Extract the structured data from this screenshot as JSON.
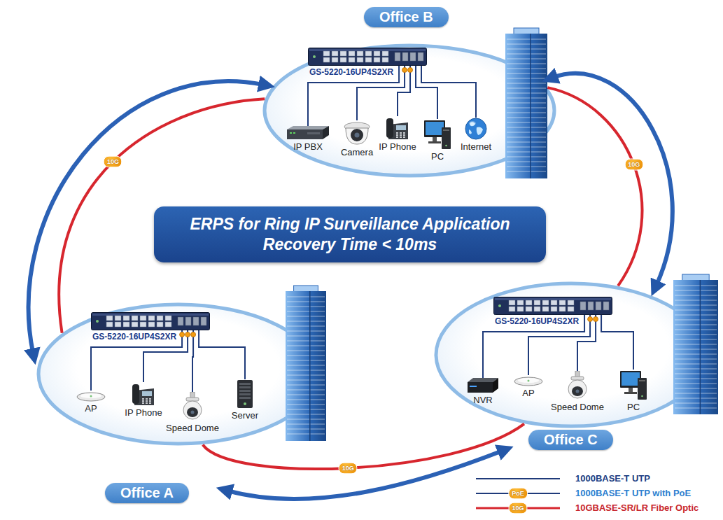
{
  "diagram": {
    "title": "ERPS for Ring IP Surveillance Application Recovery Time < 10ms",
    "nodes": [
      {
        "text": [
          "Office B"
        ]
      },
      {
        "text": [
          "GS-5220-16UP4S2XR"
        ],
        "in": 0
      },
      {
        "text": [
          "IP PBX"
        ],
        "in": 0
      },
      {
        "text": [
          "Camera"
        ],
        "in": 0
      },
      {
        "text": [
          "IP Phone"
        ],
        "in": 0
      },
      {
        "text": [
          "PC"
        ],
        "in": 0
      },
      {
        "text": [
          "Internet"
        ],
        "in": 0
      },
      {
        "text": [
          "Office A"
        ]
      },
      {
        "text": [
          "GS-5220-16UP4S2XR"
        ],
        "in": 7
      },
      {
        "text": [
          "AP"
        ],
        "in": 7
      },
      {
        "text": [
          "IP Phone"
        ],
        "in": 7
      },
      {
        "text": [
          "Speed Dome"
        ],
        "in": 7
      },
      {
        "text": [
          "Server"
        ],
        "in": 7
      },
      {
        "text": [
          "Office C"
        ]
      },
      {
        "text": [
          "GS-5220-16UP4S2XR"
        ],
        "in": 13
      },
      {
        "text": [
          "NVR"
        ],
        "in": 13
      },
      {
        "text": [
          "AP"
        ],
        "in": 13
      },
      {
        "text": [
          "Speed Dome"
        ],
        "in": 13
      },
      {
        "text": [
          "PC"
        ],
        "in": 13
      }
    ],
    "edges": [
      {
        "from": 1,
        "to": 2,
        "arrow": "none"
      },
      {
        "from": 1,
        "to": 3,
        "arrow": "none"
      },
      {
        "from": 1,
        "to": 4,
        "arrow": "none"
      },
      {
        "from": 1,
        "to": 5,
        "arrow": "none"
      },
      {
        "from": 1,
        "to": 6,
        "arrow": "none"
      },
      {
        "from": 8,
        "to": 9,
        "arrow": "none"
      },
      {
        "from": 8,
        "to": 10,
        "arrow": "none"
      },
      {
        "from": 8,
        "to": 11,
        "arrow": "none"
      },
      {
        "from": 8,
        "to": 12,
        "arrow": "none"
      },
      {
        "from": 14,
        "to": 15,
        "arrow": "none"
      },
      {
        "from": 14,
        "to": 16,
        "arrow": "none"
      },
      {
        "from": 14,
        "to": 17,
        "arrow": "none"
      },
      {
        "from": 14,
        "to": 18,
        "arrow": "none"
      },
      {
        "from": 0,
        "to": 7,
        "label": "10G",
        "arrow": "none"
      },
      {
        "from": 0,
        "to": 7,
        "arrow": "both"
      },
      {
        "from": 0,
        "to": 13,
        "label": "10G",
        "arrow": "none"
      },
      {
        "from": 0,
        "to": 13,
        "arrow": "both"
      },
      {
        "from": 7,
        "to": 13,
        "label": "10G",
        "arrow": "none"
      },
      {
        "from": 7,
        "to": 13,
        "arrow": "both"
      }
    ],
    "labels": [
      "PoE",
      "10G"
    ],
    "legend": [
      {
        "text": "1000BASE-T UTP"
      },
      {
        "text": "1000BASE-T UTP with PoE"
      },
      {
        "text": "10GBASE-SR/LR Fiber Optic"
      }
    ]
  }
}
